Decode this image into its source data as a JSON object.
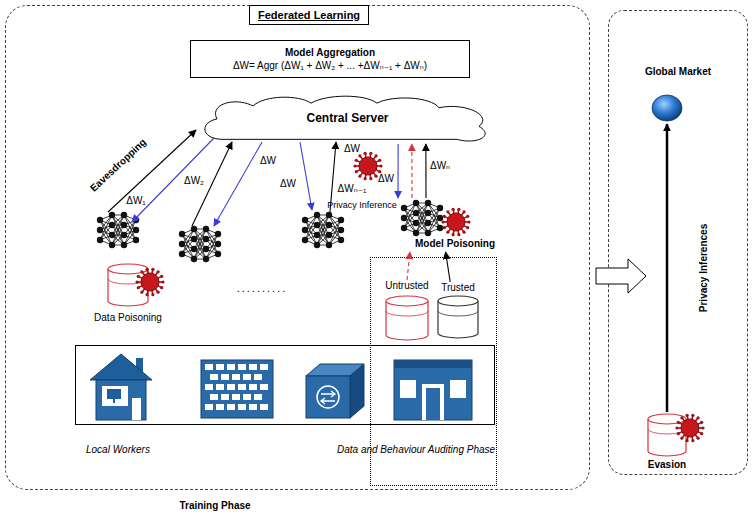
{
  "diagram": {
    "nodes": [
      {
        "text": [
          "Federated Learning"
        ]
      },
      {
        "text": [
          "Model Aggregation",
          "ΔW= Aggr (ΔW₁ + ΔW₂ + ... +ΔWₙ₋₁ + ΔWₙ)"
        ],
        "in": 0
      },
      {
        "text": [
          "Central Server"
        ],
        "in": 0
      },
      {
        "text": [
          "Model Poisoning"
        ],
        "in": 0
      },
      {
        "text": [
          "Data Poisoning"
        ],
        "in": 0
      },
      {
        "text": [
          "Local Workers"
        ],
        "in": 0
      },
      {
        "text": [
          "Data and Behaviour Auditing Phase"
        ],
        "in": 0
      },
      {
        "text": [
          "Untrusted"
        ],
        "in": 6
      },
      {
        "text": [
          "Trusted"
        ],
        "in": 6
      },
      {
        "text": [
          "Global Market"
        ]
      },
      {
        "text": [
          "Evasion"
        ],
        "in": 9
      }
    ],
    "edges": [
      {
        "from": 7,
        "to": 3,
        "arrow": "to"
      },
      {
        "from": 8,
        "to": 3,
        "arrow": "to"
      },
      {
        "from": 3,
        "to": 2,
        "label": "ΔWₙ",
        "arrow": "to"
      },
      {
        "from": 2,
        "to": 3,
        "label": "ΔW",
        "arrow": "to"
      },
      {
        "from": 3,
        "to": 2,
        "arrow": "to"
      }
    ],
    "labels": [
      "Training Phase",
      "Eavesdropping",
      "ΔW₁",
      "ΔW",
      "ΔW₂",
      "ΔW",
      "ΔWₙ₋₁",
      "ΔW",
      "Privacy Inference",
      "..........",
      "Privacy Inferences"
    ]
  }
}
